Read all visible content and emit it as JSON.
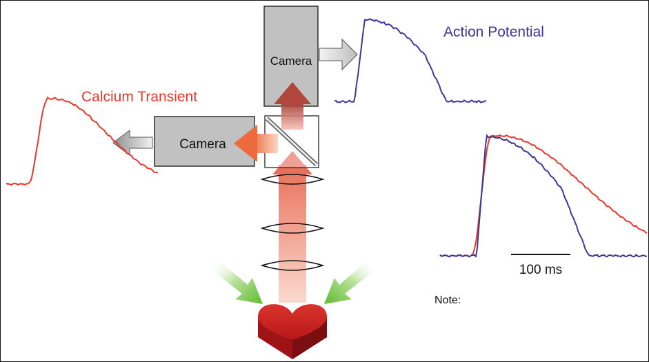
{
  "labels": {
    "action_potential": "Action Potential",
    "calcium_transient": "Calcium Transient",
    "camera_top": "Camera",
    "camera_left": "Camera",
    "scale_bar": "100 ms",
    "note": "Note:"
  },
  "colors": {
    "action_potential": "#3d3599",
    "calcium_transient": "#e8372b",
    "camera_fill": "#c1c1c1",
    "arrow_gray": "#9a9a9a",
    "green_arrow": "#6cc33a",
    "heart": "#c8201f"
  },
  "icons": {
    "heart": "heart-icon",
    "camera": "camera-box",
    "lens": "lens-icon",
    "beamsplitter": "dichroic-mirror-icon"
  }
}
